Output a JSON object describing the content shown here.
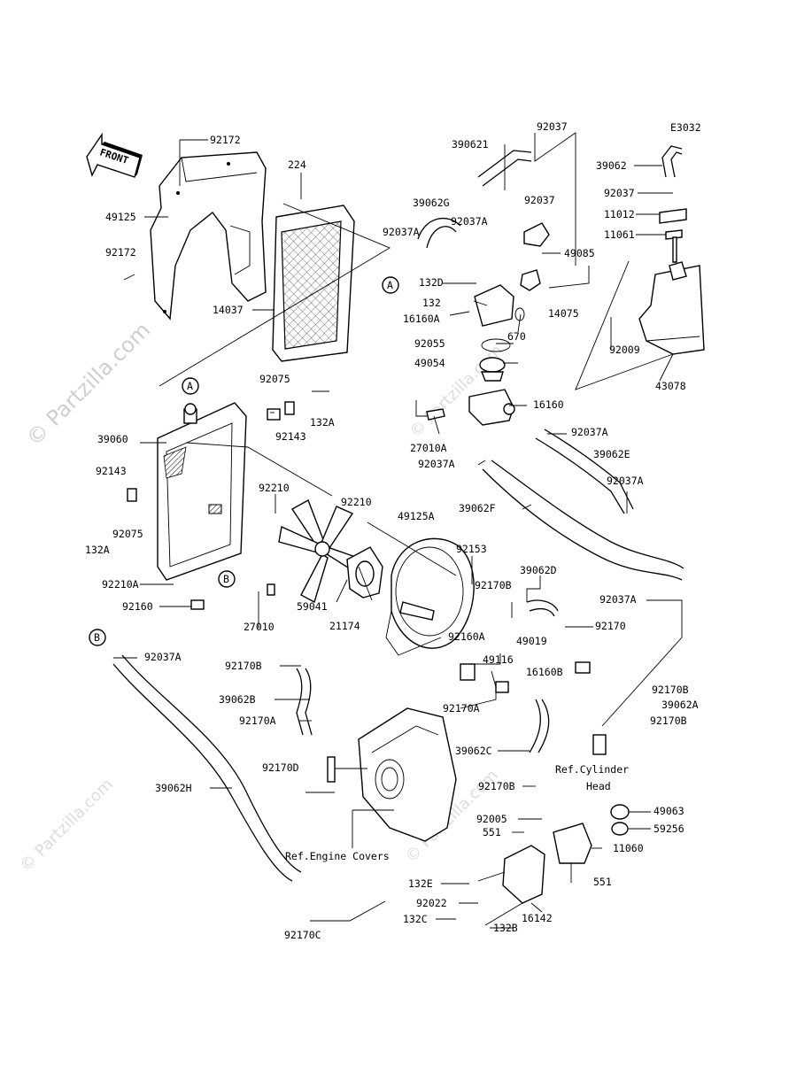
{
  "code": "E3032",
  "front_label": "FRONT",
  "watermark": "© Partzilla.com",
  "markers": {
    "a": "A",
    "b": "B"
  },
  "refs": {
    "cylinder_head": [
      "Ref.Cylinder",
      "Head"
    ],
    "engine_covers": "Ref.Engine Covers"
  },
  "labels": {
    "l92172a": "92172",
    "l49125": "49125",
    "l92172b": "92172",
    "l224": "224",
    "l14037": "14037",
    "l390621": "390621",
    "l92037a1": "92037",
    "l92037a2": "92037",
    "l39062g": "39062G",
    "l92037Aa": "92037A",
    "l92037Ab": "92037A",
    "l132d": "132D",
    "l132": "132",
    "l16160a": "16160A",
    "l92055": "92055",
    "l49054": "49054",
    "l670": "670",
    "l49085": "49085",
    "l14075": "14075",
    "l39062": "39062",
    "l92037c": "92037",
    "l11012": "11012",
    "l11061": "11061",
    "l92009": "92009",
    "l43078": "43078",
    "l92075a": "92075",
    "l132Aa": "132A",
    "l92143a": "92143",
    "l39060": "39060",
    "l92143b": "92143",
    "l132Ab": "132A",
    "l92075b": "92075",
    "l16160": "16160",
    "l27010a": "27010A",
    "l92037Ac": "92037A",
    "l92037Ad": "92037A",
    "l39062e": "39062E",
    "l92037Ae": "92037A",
    "l92210a": "92210",
    "l92210b": "92210",
    "l49125a": "49125A",
    "l39062f": "39062F",
    "l92153": "92153",
    "l92210A": "92210A",
    "l92160": "92160",
    "l27010": "27010",
    "l59041": "59041",
    "l21174": "21174",
    "l39062d": "39062D",
    "l92170Ba": "92170B",
    "l92037Af": "92037A",
    "l49019": "49019",
    "l92170": "92170",
    "l92160A": "92160A",
    "l49116": "49116",
    "l16160B": "16160B",
    "l92037Ag": "92037A",
    "l92170Bb": "92170B",
    "l39062B": "39062B",
    "l92170Aa": "92170A",
    "l92170Ab": "92170A",
    "l92170Bc": "92170B",
    "l39062A": "39062A",
    "l92170Bd": "92170B",
    "l39062C": "39062C",
    "l92170D": "92170D",
    "l39062H": "39062H",
    "l92170Be": "92170B",
    "l49063": "49063",
    "l92005": "92005",
    "l59256": "59256",
    "l551a": "551",
    "l11060": "11060",
    "l551b": "551",
    "l132E": "132E",
    "l92022": "92022",
    "l132C": "132C",
    "l132B": "132B",
    "l16142": "16142",
    "l92170C": "92170C"
  }
}
